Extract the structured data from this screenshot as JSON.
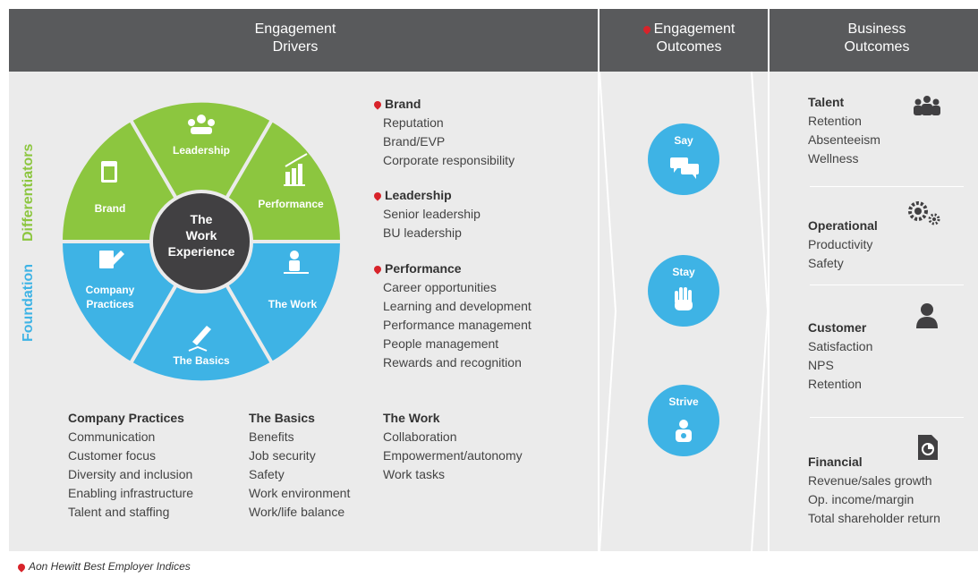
{
  "header": {
    "drivers": [
      "Engagement",
      "Drivers"
    ],
    "outcomes": [
      "Engagement",
      "Outcomes"
    ],
    "business": [
      "Business",
      "Outcomes"
    ]
  },
  "side_labels": {
    "foundation": "Foundation",
    "differentiators": "Differentiators"
  },
  "wheel": {
    "center": [
      "The",
      "Work",
      "Experience"
    ],
    "segments": {
      "leadership": "Leadership",
      "performance": "Performance",
      "brand": "Brand",
      "company_practices": [
        "Company",
        "Practices"
      ],
      "the_work": "The Work",
      "the_basics": "The Basics"
    }
  },
  "differentiator_lists": [
    {
      "title": "Brand",
      "items": [
        "Reputation",
        "Brand/EVP",
        "Corporate responsibility"
      ]
    },
    {
      "title": "Leadership",
      "items": [
        "Senior leadership",
        "BU leadership"
      ]
    },
    {
      "title": "Performance",
      "items": [
        "Career opportunities",
        "Learning and development",
        "Performance management",
        "People management",
        "Rewards and recognition"
      ]
    }
  ],
  "foundation_lists": [
    {
      "title": "Company Practices",
      "items": [
        "Communication",
        "Customer focus",
        "Diversity and inclusion",
        "Enabling infrastructure",
        "Talent and staffing"
      ]
    },
    {
      "title": "The Basics",
      "items": [
        "Benefits",
        "Job security",
        "Safety",
        "Work environment",
        "Work/life balance"
      ]
    },
    {
      "title": "The Work",
      "items": [
        "Collaboration",
        "Empowerment/autonomy",
        "Work tasks"
      ]
    }
  ],
  "engagement_outcomes": [
    "Say",
    "Stay",
    "Strive"
  ],
  "business_outcomes": [
    {
      "title": "Talent",
      "items": [
        "Retention",
        "Absenteeism",
        "Wellness"
      ],
      "icon": "people-group-icon"
    },
    {
      "title": "Operational",
      "items": [
        "Productivity",
        "Safety"
      ],
      "icon": "gears-icon"
    },
    {
      "title": "Customer",
      "items": [
        "Satisfaction",
        "NPS",
        "Retention"
      ],
      "icon": "person-icon"
    },
    {
      "title": "Financial",
      "items": [
        "Revenue/sales growth",
        "Op. income/margin",
        "Total shareholder return"
      ],
      "icon": "report-icon"
    }
  ],
  "footnote": "Aon Hewitt Best Employer Indices",
  "colors": {
    "green": "#8cc63f",
    "blue": "#3eb3e5",
    "dark": "#595a5c",
    "center": "#414042",
    "pin": "#d8232a"
  }
}
